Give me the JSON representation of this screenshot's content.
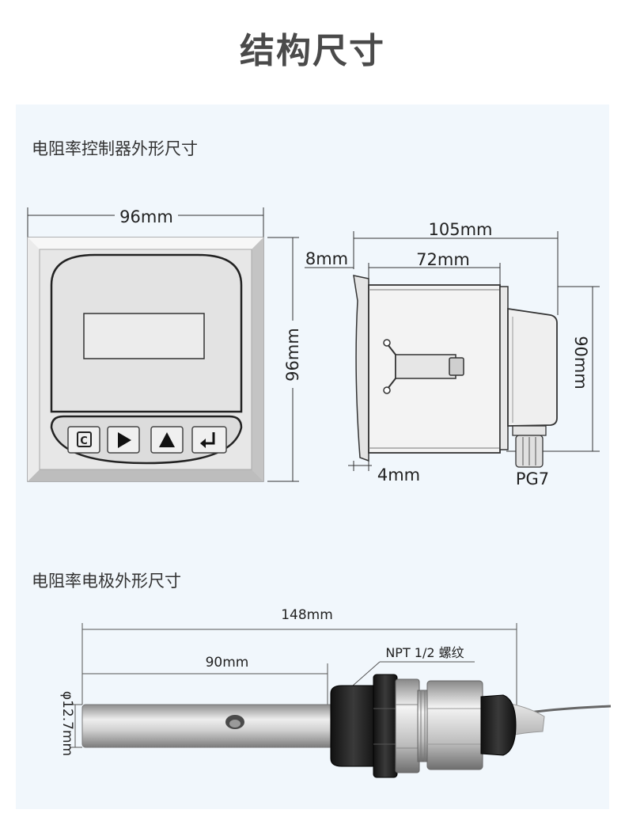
{
  "page": {
    "title": "结构尺寸"
  },
  "controller": {
    "title": "电阻率控制器外形尺寸",
    "front_width": "96mm",
    "front_height": "96mm",
    "side_total_length": "105mm",
    "side_body_length": "72mm",
    "side_bezel": "8mm",
    "side_gap": "4mm",
    "side_height": "90mm",
    "connector_label": "PG7",
    "buttons": [
      {
        "icon": "c-icon",
        "glyph": "C"
      },
      {
        "icon": "play-icon",
        "glyph": "▶"
      },
      {
        "icon": "up-arrow-icon",
        "glyph": "▲"
      },
      {
        "icon": "enter-icon",
        "glyph": "↵"
      }
    ]
  },
  "electrode": {
    "title": "电阻率电极外形尺寸",
    "total_length": "148mm",
    "probe_length": "90mm",
    "diameter": "φ12.7mm",
    "thread_label": "NPT 1/2 螺纹"
  },
  "colors": {
    "panel_bg": "#f1f7fc",
    "title": "#4a4a4a",
    "line": "#333333"
  }
}
